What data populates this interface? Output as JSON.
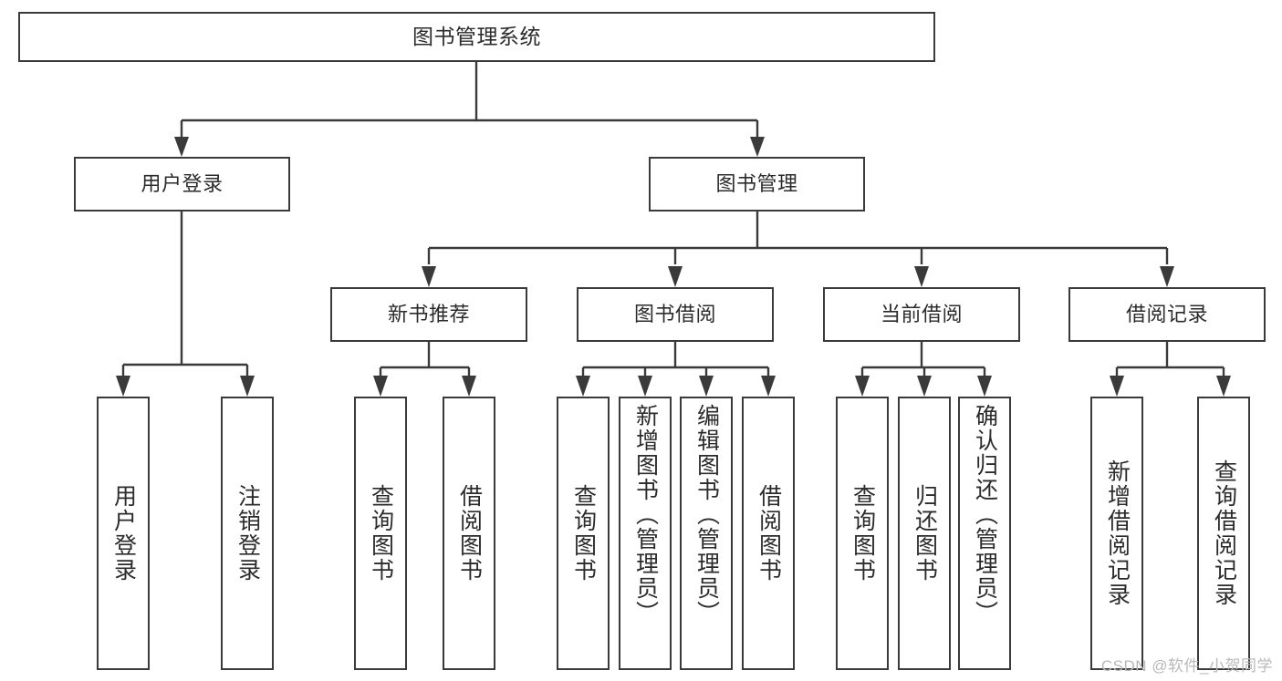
{
  "diagram": {
    "title": "图书管理系统",
    "type": "tree",
    "colors": {
      "stroke": "#3a3a3a",
      "fill": "#ffffff",
      "text": "#2b2b2b",
      "watermark": "#b9b9b9"
    },
    "root": {
      "label": "图书管理系统"
    },
    "level2": [
      {
        "id": "user-login",
        "label": "用户登录"
      },
      {
        "id": "book-manage",
        "label": "图书管理"
      }
    ],
    "level3": [
      {
        "id": "new-book-recommend",
        "label": "新书推荐",
        "parent": "book-manage"
      },
      {
        "id": "book-borrow",
        "label": "图书借阅",
        "parent": "book-manage"
      },
      {
        "id": "current-borrow",
        "label": "当前借阅",
        "parent": "book-manage"
      },
      {
        "id": "borrow-record",
        "label": "借阅记录",
        "parent": "book-manage"
      }
    ],
    "leaves": {
      "user_login": [
        {
          "id": "leaf-user-login",
          "label": "用户登录"
        },
        {
          "id": "leaf-user-logout",
          "label": "注销登录"
        }
      ],
      "new_book_recommend": [
        {
          "id": "leaf-query-book-1",
          "label": "查询图书"
        },
        {
          "id": "leaf-borrow-book-1",
          "label": "借阅图书"
        }
      ],
      "book_borrow": [
        {
          "id": "leaf-query-book-2",
          "label": "查询图书"
        },
        {
          "id": "leaf-add-book",
          "label": "新增图书（管理员）"
        },
        {
          "id": "leaf-edit-book",
          "label": "编辑图书（管理员）"
        },
        {
          "id": "leaf-borrow-book-2",
          "label": "借阅图书"
        }
      ],
      "current_borrow": [
        {
          "id": "leaf-query-book-3",
          "label": "查询图书"
        },
        {
          "id": "leaf-return-book",
          "label": "归还图书"
        },
        {
          "id": "leaf-confirm-return",
          "label": "确认归还（管理员）"
        }
      ],
      "borrow_record": [
        {
          "id": "leaf-add-record",
          "label": "新增借阅记录"
        },
        {
          "id": "leaf-query-record",
          "label": "查询借阅记录"
        }
      ]
    }
  },
  "watermark": {
    "text": "CSDN @软件_小贺同学"
  }
}
